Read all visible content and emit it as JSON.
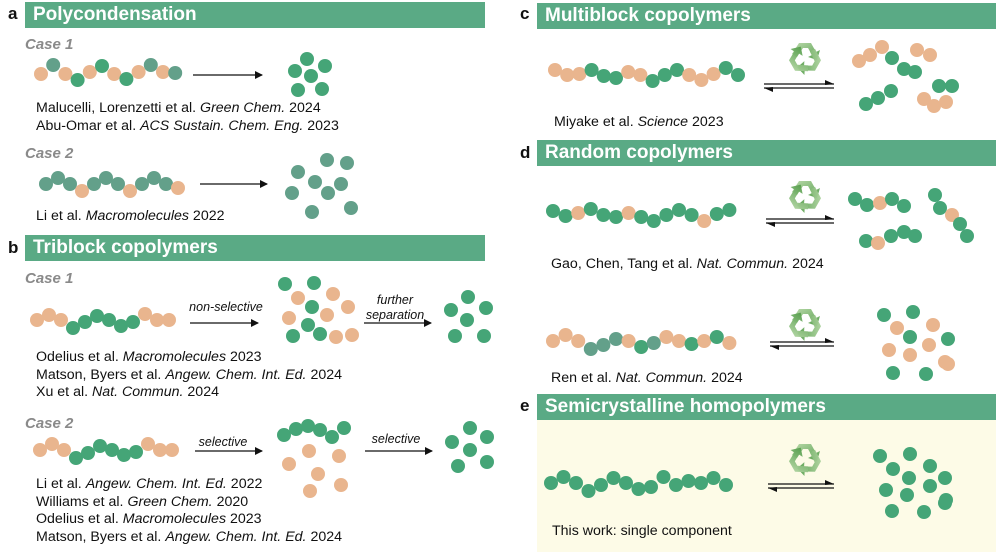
{
  "colors": {
    "header_bg": "#5aaa85",
    "header_text": "#ffffff",
    "green": "#45a577",
    "teal": "#63a08a",
    "orange": "#e9b58e",
    "case_label": "#8a8a8a",
    "highlight_bg": "#fdfbe7",
    "recycle_icon": "#6aac5a"
  },
  "panels": {
    "a": {
      "letter": "a",
      "title": "Polycondensation",
      "cases": [
        {
          "label": "Case 1",
          "chain": [
            "orange",
            "teal",
            "orange",
            "green",
            "orange",
            "green",
            "orange",
            "green",
            "orange",
            "teal",
            "orange",
            "teal"
          ],
          "product": [
            "green",
            "green",
            "green",
            "green",
            "green",
            "green"
          ],
          "refs": [
            {
              "authors": "Malucelli, Lorenzetti et al. ",
              "journal": "Green Chem.",
              "year": " 2024"
            },
            {
              "authors": "Abu-Omar et al. ",
              "journal": "ACS Sustain. Chem. Eng.",
              "year": " 2023"
            }
          ]
        },
        {
          "label": "Case 2",
          "chain": [
            "teal",
            "teal",
            "teal",
            "orange",
            "teal",
            "teal",
            "teal",
            "orange",
            "teal",
            "teal",
            "teal",
            "orange"
          ],
          "product": [
            "teal",
            "teal",
            "teal",
            "teal",
            "teal",
            "teal",
            "teal",
            "teal",
            "teal"
          ],
          "refs": [
            {
              "authors": "Li et al. ",
              "journal": "Macromolecules",
              "year": " 2022"
            }
          ]
        }
      ],
      "arrow_label": ""
    },
    "b": {
      "letter": "b",
      "title": "Triblock copolymers",
      "cases": [
        {
          "label": "Case 1",
          "chain": [
            "orange",
            "orange",
            "orange",
            "green",
            "green",
            "green",
            "green",
            "green",
            "green",
            "orange",
            "orange",
            "orange"
          ],
          "arrow1_label": "non-selective",
          "intermediate": [
            "green",
            "green",
            "orange",
            "orange",
            "green",
            "orange",
            "orange",
            "green",
            "orange",
            "orange",
            "green",
            "green",
            "orange"
          ],
          "arrow2_label": "further separation",
          "product": [
            "green",
            "green",
            "green",
            "green",
            "green",
            "green"
          ],
          "refs": [
            {
              "authors": "Odelius et al. ",
              "journal": "Macromolecules",
              "year": " 2023"
            },
            {
              "authors": "Matson, Byers et al. ",
              "journal": "Angew. Chem. Int. Ed.",
              "year": " 2024"
            },
            {
              "authors": "Xu et al. ",
              "journal": "Nat. Commun.",
              "year": " 2024"
            }
          ]
        },
        {
          "label": "Case 2",
          "chain": [
            "orange",
            "orange",
            "orange",
            "green",
            "green",
            "green",
            "green",
            "green",
            "green",
            "orange",
            "orange",
            "orange"
          ],
          "arrow1_label": "selective",
          "intermediate_chain": [
            "green",
            "green",
            "green",
            "green",
            "green",
            "green"
          ],
          "intermediate_loose": [
            "orange",
            "orange",
            "orange",
            "orange",
            "orange",
            "orange"
          ],
          "arrow2_label": "selective",
          "product": [
            "green",
            "green",
            "green",
            "green",
            "green",
            "green"
          ],
          "refs": [
            {
              "authors": "Li et al. ",
              "journal": "Angew. Chem. Int. Ed.",
              "year": " 2022"
            },
            {
              "authors": "Williams et al. ",
              "journal": "Green Chem.",
              "year": " 2020"
            },
            {
              "authors": "Odelius et al. ",
              "journal": "Macromolecules",
              "year": " 2023"
            },
            {
              "authors": "Matson, Byers et al. ",
              "journal": "Angew. Chem. Int. Ed.",
              "year": " 2024"
            }
          ]
        }
      ]
    },
    "c": {
      "letter": "c",
      "title": "Multiblock copolymers",
      "chain": [
        "orange",
        "orange",
        "orange",
        "green",
        "green",
        "green",
        "orange",
        "orange",
        "green",
        "green",
        "green",
        "orange",
        "orange",
        "orange",
        "green",
        "green"
      ],
      "products": [
        [
          "orange",
          "orange",
          "orange"
        ],
        [
          "orange",
          "orange"
        ],
        [
          "green",
          "green",
          "green"
        ],
        [
          "green",
          "green",
          "green"
        ],
        [
          "green",
          "green"
        ],
        [
          "orange",
          "orange",
          "orange"
        ]
      ],
      "refs": [
        {
          "authors": "Miyake et al. ",
          "journal": "Science",
          "year": " 2023"
        }
      ]
    },
    "d": {
      "letter": "d",
      "title": "Random copolymers",
      "cases": [
        {
          "chain": [
            "green",
            "green",
            "orange",
            "green",
            "green",
            "green",
            "orange",
            "green",
            "green",
            "green",
            "green",
            "green",
            "orange",
            "green",
            "green"
          ],
          "products": [
            [
              "green",
              "green",
              "orange",
              "green",
              "green"
            ],
            [
              "green",
              "green",
              "orange",
              "green",
              "green"
            ],
            [
              "green",
              "orange",
              "green",
              "green",
              "green"
            ]
          ],
          "refs": [
            {
              "authors": "Gao, Chen, Tang et al. ",
              "journal": "Nat. Commun.",
              "year": " 2024"
            }
          ]
        },
        {
          "chain": [
            "orange",
            "orange",
            "orange",
            "teal",
            "teal",
            "teal",
            "orange",
            "green",
            "teal",
            "orange",
            "orange",
            "green",
            "orange",
            "green",
            "orange"
          ],
          "product": [
            "green",
            "green",
            "orange",
            "orange",
            "green",
            "green",
            "orange",
            "orange",
            "orange",
            "orange",
            "green",
            "green",
            "orange"
          ],
          "refs": [
            {
              "authors": "Ren et al. ",
              "journal": "Nat. Commun.",
              "year": " 2024"
            }
          ]
        }
      ]
    },
    "e": {
      "letter": "e",
      "title": "Semicrystalline homopolymers",
      "chain": [
        "green",
        "green",
        "green",
        "green",
        "green",
        "green",
        "green",
        "green",
        "green",
        "green",
        "green",
        "green",
        "green",
        "green",
        "green"
      ],
      "product": [
        "green",
        "green",
        "green",
        "green",
        "green",
        "green",
        "green",
        "green",
        "green",
        "green",
        "green",
        "green",
        "green"
      ],
      "caption": "This work: single component"
    }
  },
  "icons": {
    "recycle": "recycle-icon",
    "arrow": "right-arrow",
    "equilibrium": "equilibrium-arrows"
  }
}
